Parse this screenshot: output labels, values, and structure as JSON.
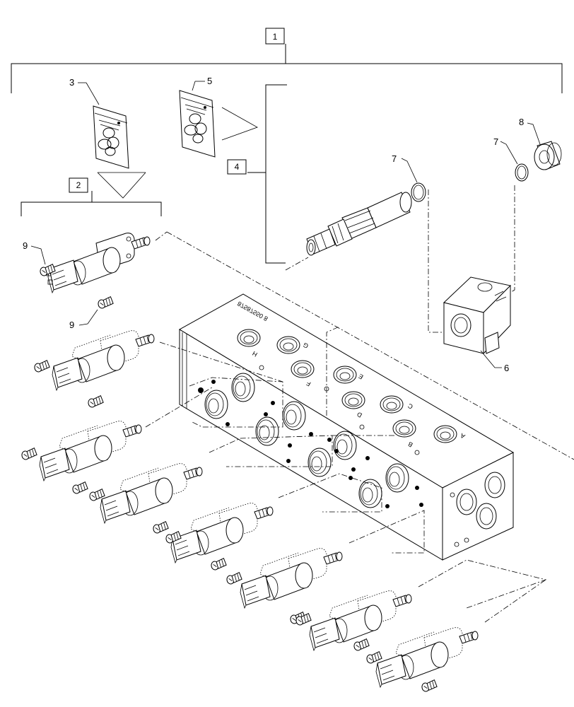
{
  "callouts": {
    "c1": "1",
    "c2": "2",
    "c3": "3",
    "c4": "4",
    "c5": "5",
    "c6": "6",
    "c7a": "7",
    "c7b": "7",
    "c8": "8",
    "c9a": "9",
    "c9b": "9"
  },
  "valve_letters": [
    "H",
    "G",
    "F",
    "E",
    "D",
    "C",
    "B",
    "A"
  ],
  "block_marking": "87587550 8"
}
